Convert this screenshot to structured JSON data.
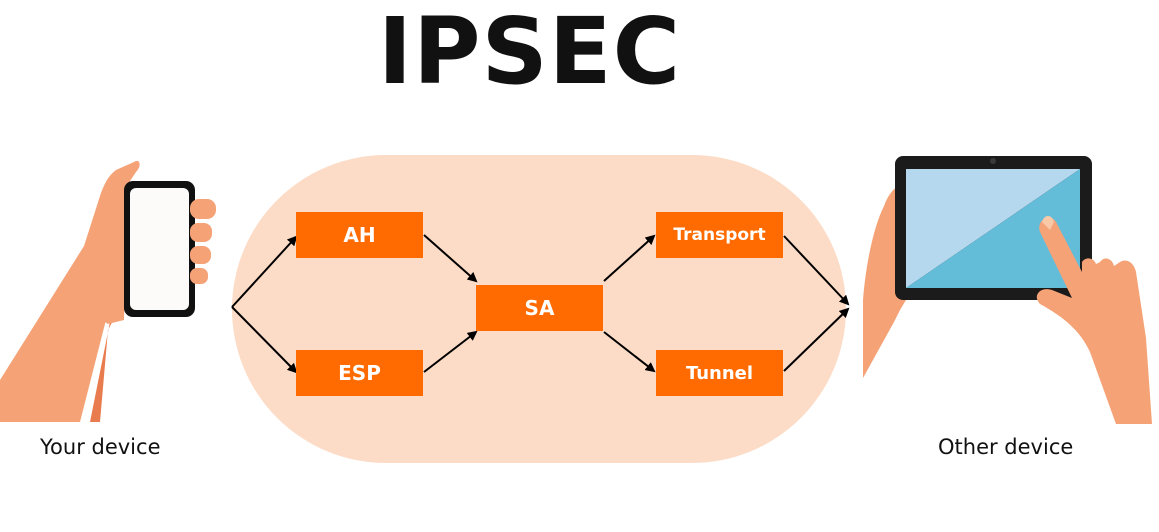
{
  "title": "IPSEC",
  "nodes": {
    "ah": "AH",
    "esp": "ESP",
    "sa": "SA",
    "transport": "Transport",
    "tunnel": "Tunnel"
  },
  "devices": {
    "left_label": "Your device",
    "right_label": "Other device",
    "left_icon": "hand-holding-phone-icon",
    "right_icon": "hands-holding-tablet-icon"
  },
  "colors": {
    "box": "#ff6b00",
    "capsule": "#fcdcc6",
    "title": "#111111"
  }
}
